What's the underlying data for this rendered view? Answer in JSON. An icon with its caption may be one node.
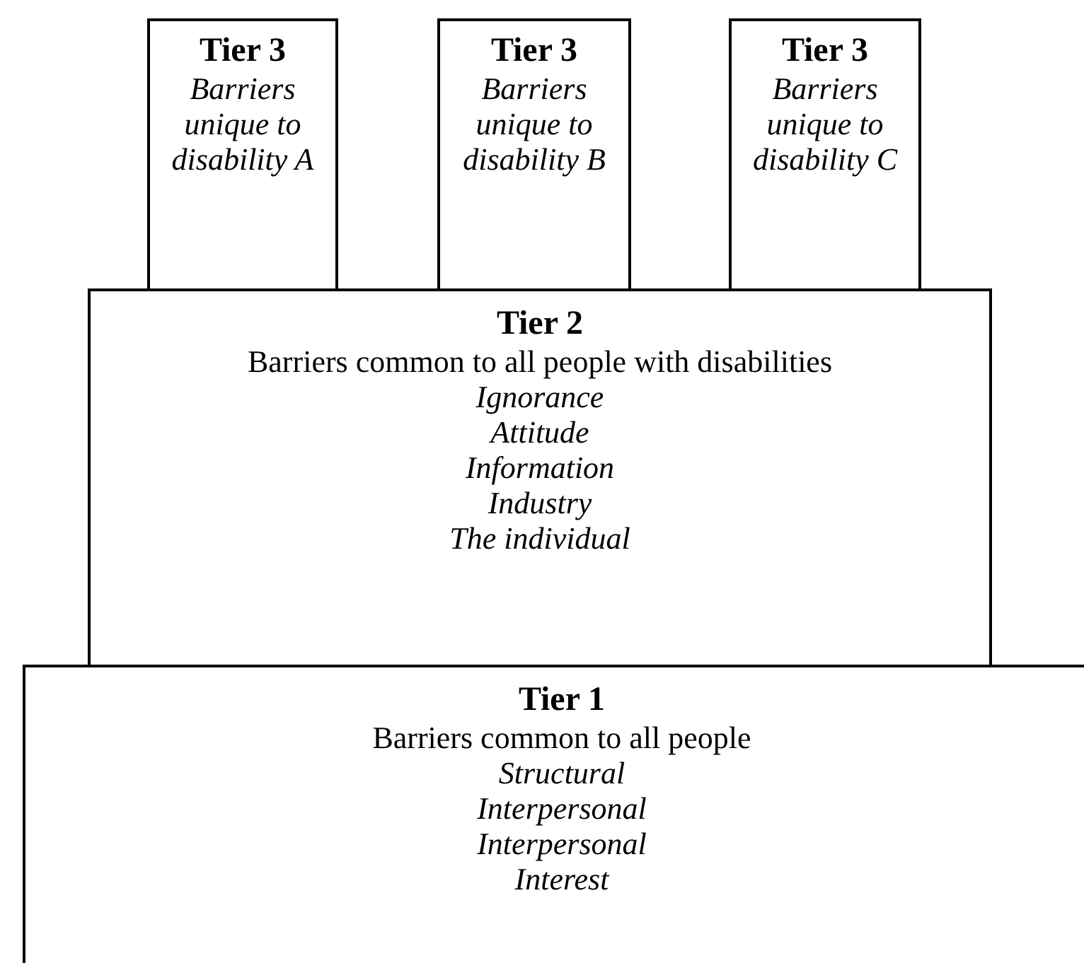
{
  "diagram": {
    "nodes": [
      {
        "text": [
          "Tier 3",
          "Barriers unique to disability A"
        ]
      },
      {
        "text": [
          "Tier 3",
          "Barriers unique to disability B"
        ]
      },
      {
        "text": [
          "Tier 3",
          "Barriers unique to disability C"
        ]
      },
      {
        "text": [
          "Tier 2",
          "Barriers common to all people with disabilities",
          "Ignorance",
          "Attitude",
          "Information",
          "Industry",
          "The individual"
        ]
      },
      {
        "text": [
          "Tier 1",
          "Barriers common to all people",
          "Structural",
          "Interpersonal",
          "Interpersonal",
          "Interest"
        ]
      }
    ]
  }
}
